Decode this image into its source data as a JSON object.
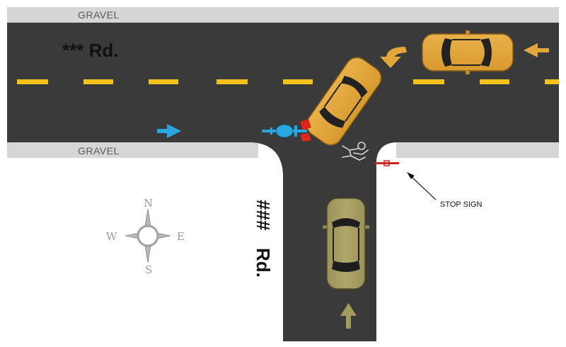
{
  "labels": {
    "gravel_top": "GRAVEL",
    "gravel_bottom": "GRAVEL",
    "road_horizontal": "*** Rd.",
    "road_vertical_line1": "###",
    "road_vertical_line2": "Rd.",
    "stop_sign": "STOP SIGN"
  },
  "compass": {
    "north": "N",
    "south": "S",
    "east": "E",
    "west": "W"
  },
  "colors": {
    "asphalt": "#3a3a3a",
    "gravel": "#d6d6d6",
    "center_line": "#f2c21b",
    "car_orange": "#e3a63a",
    "car_orange_dark": "#b07a1e",
    "car_olive": "#a39a5e",
    "car_olive_dark": "#6d6636",
    "cyclist": "#29a8df",
    "impact": "#e0251b",
    "stop_sign": "#d2231c",
    "arrow_orange": "#e3a63a",
    "arrow_olive": "#a39a5e",
    "arrow_blue": "#29a8df"
  },
  "icons": [
    "compass-rose-icon",
    "chalk-outline-icon",
    "bicycle-icon",
    "direction-arrow-icon",
    "u-turn-arrow-icon"
  ]
}
